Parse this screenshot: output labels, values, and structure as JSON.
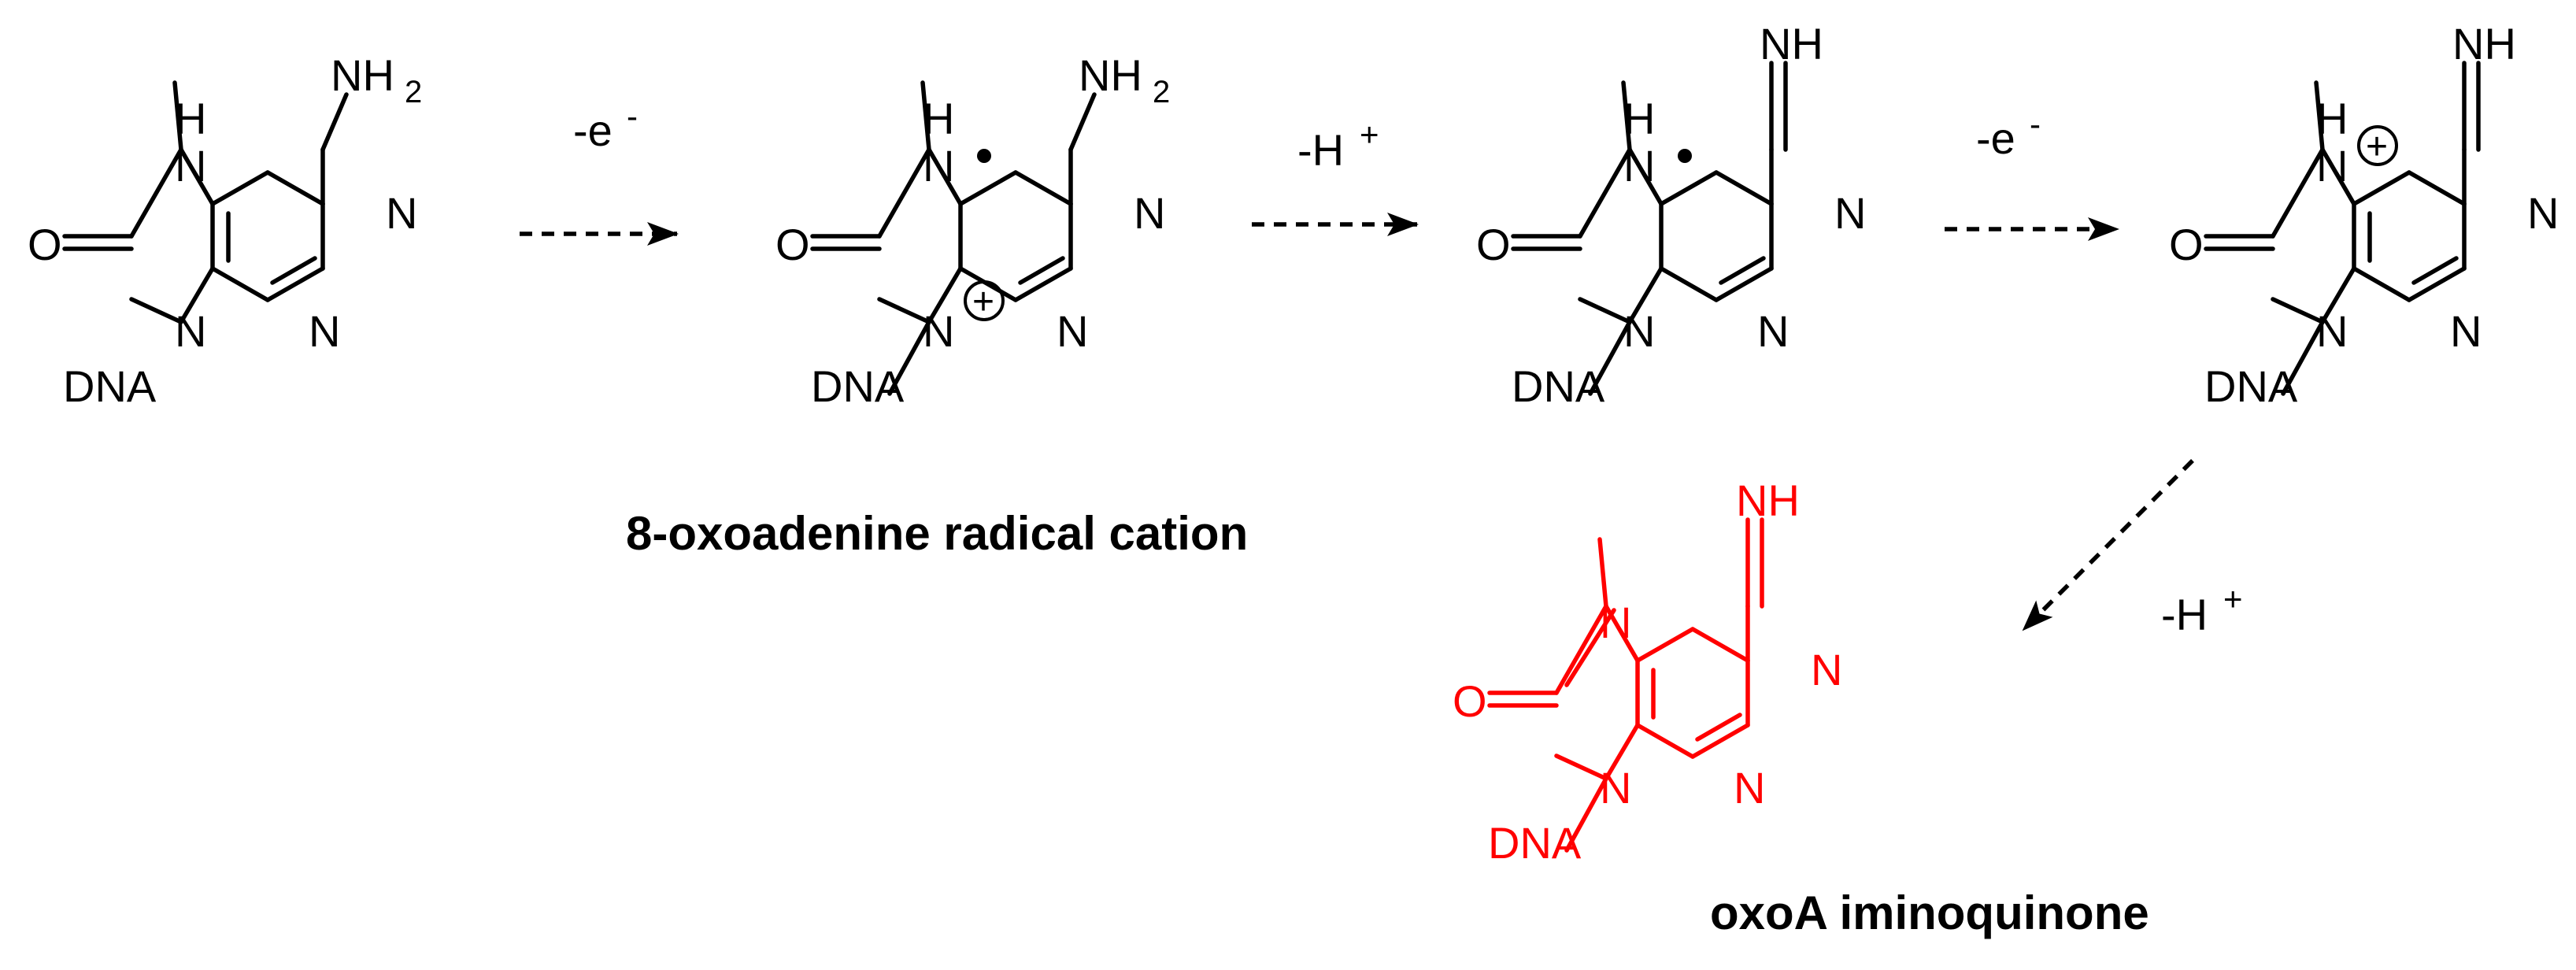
{
  "scheme": {
    "colors": {
      "default": "#000000",
      "product": "#ff0000"
    },
    "molecules": [
      {
        "name": "oxoA",
        "atoms": {
          "nh2": "NH",
          "nh2_sub": "2",
          "n1": "N",
          "n3": "N",
          "n7h": "H",
          "n7": "N",
          "o8": "O",
          "n9": "N",
          "dna": "DNA"
        }
      },
      {
        "name": "radical-cation",
        "atoms": {
          "nh2": "NH",
          "nh2_sub": "2",
          "n1": "N",
          "n3": "N",
          "n7h": "H",
          "n7": "N",
          "o8": "O",
          "n9": "N",
          "dna": "DNA"
        },
        "charge": "+"
      },
      {
        "name": "neutral-radical",
        "atoms": {
          "nh": "NH",
          "n1": "N",
          "n3": "N",
          "n7h": "H",
          "n7": "N",
          "o8": "O",
          "n9": "N",
          "dna": "DNA"
        }
      },
      {
        "name": "cation",
        "atoms": {
          "nh": "NH",
          "n1": "N",
          "n3": "N",
          "n7h": "H",
          "n7": "N",
          "o8": "O",
          "n9": "N",
          "dna": "DNA"
        },
        "charge": "+"
      },
      {
        "name": "iminoquinone",
        "atoms": {
          "nh": "NH",
          "n1": "N",
          "n3": "N",
          "n7": "N",
          "o8": "O",
          "n9": "N",
          "dna": "DNA"
        }
      }
    ],
    "arrows": [
      {
        "label": "-e",
        "sup": "-"
      },
      {
        "label": "-H",
        "sup": "+"
      },
      {
        "label": "-e",
        "sup": "-"
      },
      {
        "label": "-H",
        "sup": "+"
      }
    ],
    "captions": {
      "radical_cation": "8-oxoadenine radical cation",
      "product": "oxoA iminoquinone"
    }
  }
}
